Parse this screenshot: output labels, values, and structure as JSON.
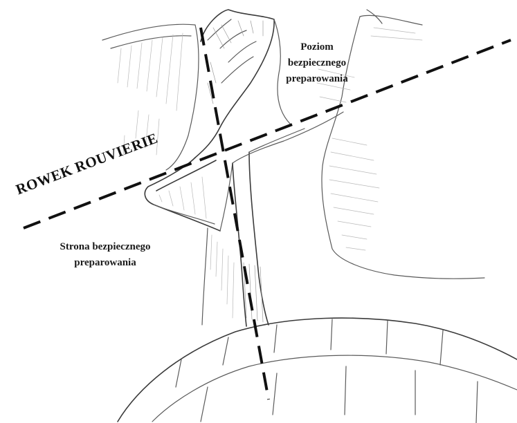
{
  "labels": {
    "sulcus": "ROWEK ROUVIERIE",
    "safe_level_line1": "Poziom",
    "safe_level_line2": "bezpiecznego",
    "safe_level_line3": "preparowania",
    "safe_side_line1": "Strona bezpiecznego",
    "safe_side_line2": "preparowania"
  },
  "colors": {
    "ink": "#1a1a1a",
    "sketch_line": "#5a5a5a",
    "background": "#ffffff"
  }
}
